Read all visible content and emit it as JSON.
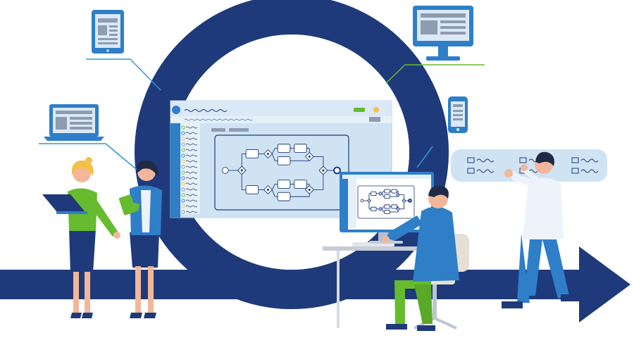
{
  "colors": {
    "navy": "#1f3a7a",
    "blue": "#2e7fc8",
    "light_blue": "#cfe3f3",
    "panel_bg": "#dbe8f6",
    "green": "#66bb2e",
    "teal_line": "#2a9bd4",
    "skin": "#f2b79a",
    "dark_hair": "#1f2a44",
    "blonde": "#f1c24a",
    "white": "#ffffff",
    "gray": "#8f9bb0"
  },
  "icons": [
    "tablet-icon",
    "desktop-monitor-icon",
    "laptop-icon",
    "smartphone-icon",
    "app-logo-icon"
  ],
  "illustration": {
    "main_screen": {
      "type": "bpmn-process-diagram",
      "sidebar_rows": 16
    },
    "small_monitor": {
      "type": "bpmn-process-diagram"
    },
    "speech_panel": {
      "rows": 2,
      "columns": 3
    },
    "people": [
      "woman-with-laptop",
      "woman-with-tablet",
      "man-at-computer",
      "man-presenting"
    ]
  }
}
